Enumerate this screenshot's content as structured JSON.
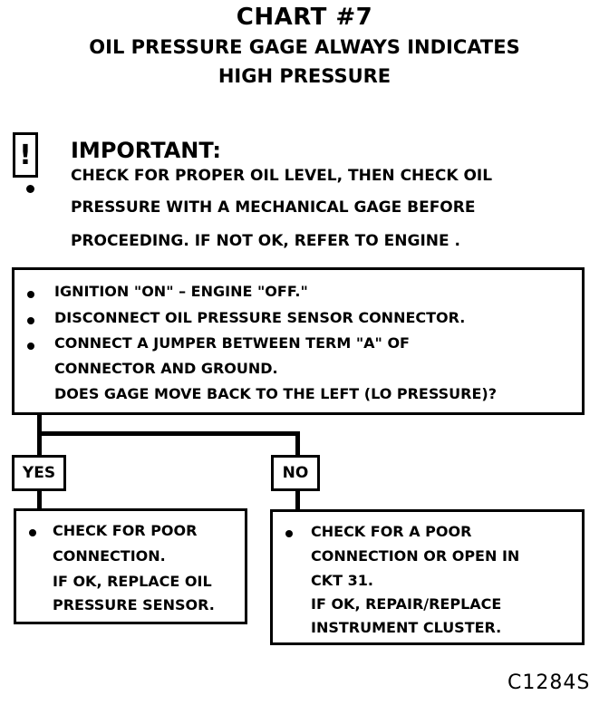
{
  "header": {
    "title": "CHART #7",
    "subtitle_line1": "OIL PRESSURE GAGE ALWAYS INDICATES",
    "subtitle_line2": "HIGH PRESSURE"
  },
  "important": {
    "icon_glyph": "!",
    "heading": "IMPORTANT:",
    "lines": [
      "CHECK FOR PROPER OIL LEVEL, THEN CHECK OIL",
      "PRESSURE WITH A MECHANICAL GAGE BEFORE",
      "PROCEEDING.  IF NOT OK, REFER TO  ENGINE ."
    ]
  },
  "main_step": {
    "lines": [
      "IGNITION \"ON\" – ENGINE \"OFF.\"",
      "DISCONNECT OIL PRESSURE SENSOR CONNECTOR.",
      "CONNECT A JUMPER BETWEEN TERM \"A\" OF",
      "CONNECTOR AND GROUND.",
      "DOES GAGE MOVE BACK TO THE LEFT (LO PRESSURE)?"
    ]
  },
  "branches": {
    "yes_label": "YES",
    "no_label": "NO"
  },
  "yes_result": {
    "lines": [
      "CHECK FOR POOR",
      "CONNECTION.",
      "IF OK, REPLACE OIL",
      "PRESSURE SENSOR."
    ]
  },
  "no_result": {
    "lines": [
      "CHECK FOR A POOR",
      "CONNECTION OR OPEN IN",
      "CKT 31.",
      "IF OK, REPAIR/REPLACE",
      "INSTRUMENT CLUSTER."
    ]
  },
  "figure_code": "C1284S"
}
